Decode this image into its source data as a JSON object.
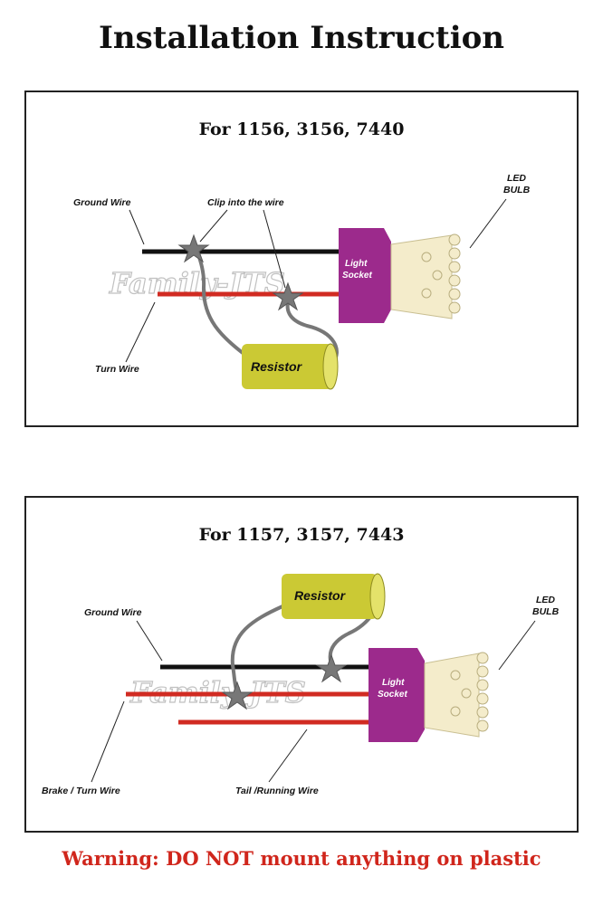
{
  "title": "Installation Instruction",
  "colors": {
    "socket": "#9c2a8c",
    "resistor": "#cbc934",
    "bulb": "#f4eccb",
    "red_wire": "#d12b22",
    "black_wire": "#111111",
    "lead": "#777777",
    "warning": "#d0261c"
  },
  "diagram1": {
    "heading": "For 1156, 3156, 7440",
    "ground_label": "Ground Wire",
    "clip_label": "Clip into the wire",
    "turn_label": "Turn Wire",
    "resistor_label": "Resistor",
    "socket_line1": "Light",
    "socket_line2": "Socket",
    "led_line1": "LED",
    "led_line2": "BULB",
    "watermark": "Family-JTS"
  },
  "diagram2": {
    "heading": "For 1157, 3157, 7443",
    "ground_label": "Ground Wire",
    "brake_label": "Brake / Turn Wire",
    "tail_label": "Tail /Running Wire",
    "resistor_label": "Resistor",
    "socket_line1": "Light",
    "socket_line2": "Socket",
    "led_line1": "LED",
    "led_line2": "BULB",
    "watermark": "Family-JTS"
  },
  "warning": "Warning: DO NOT mount anything on plastic"
}
